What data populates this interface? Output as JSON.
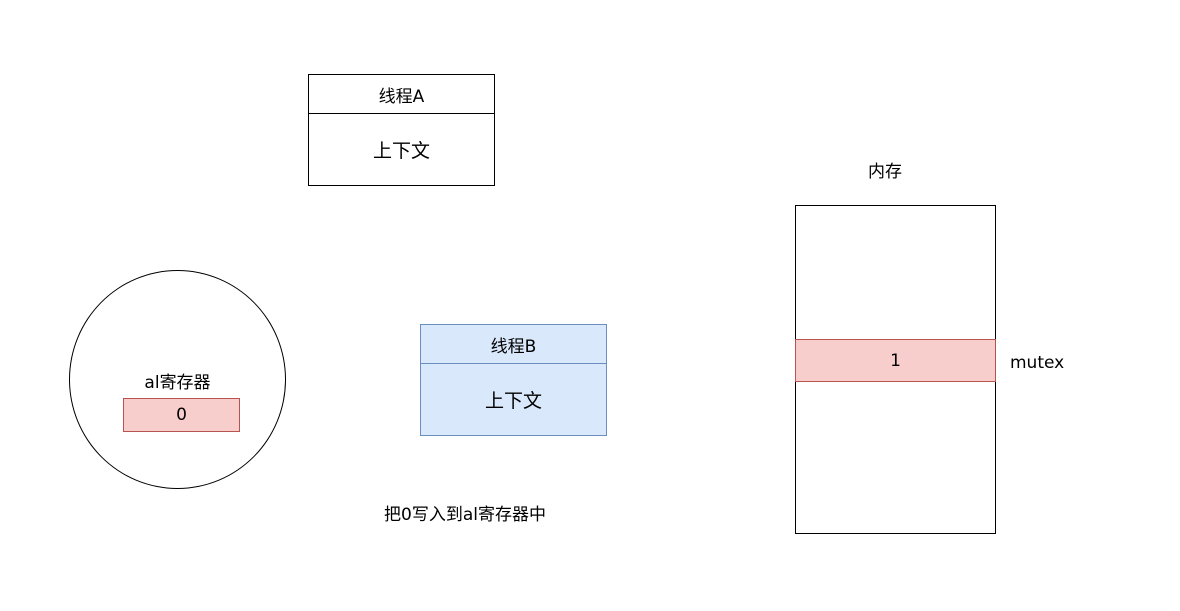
{
  "thread_a": {
    "title": "线程A",
    "body": "上下文"
  },
  "thread_b": {
    "title": "线程B",
    "body": "上下文",
    "fill_color": "#dae8fc",
    "stroke_color": "#6c8ebf"
  },
  "register": {
    "label": "al寄存器",
    "value": "0",
    "fill_color": "#f8cecc",
    "stroke_color": "#b85450"
  },
  "memory": {
    "title": "内存",
    "cell_value": "1",
    "cell_label": "mutex",
    "fill_color": "#f8cecc",
    "stroke_color": "#b85450"
  },
  "caption": "把0写入到al寄存器中"
}
